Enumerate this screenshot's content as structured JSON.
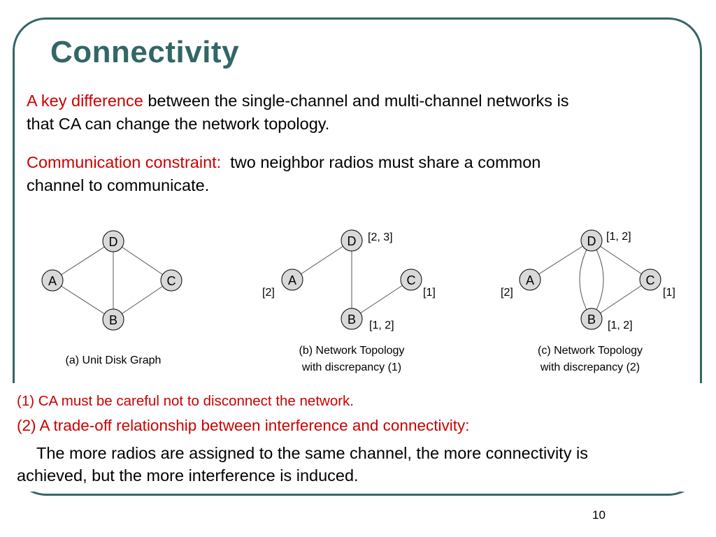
{
  "title": "Connectivity",
  "para1": {
    "highlight": "A key difference",
    "rest_line1": " between the single-channel and multi-channel networks is",
    "line2": "that CA can change the network topology."
  },
  "para2": {
    "highlight": "Communication constraint:",
    "rest_line1": "  two neighbor radios must share a common",
    "line2": "channel to communicate."
  },
  "figures": {
    "a": {
      "caption": "(a) Unit Disk Graph",
      "nodes": {
        "D": "D",
        "A": "A",
        "C": "C",
        "B": "B"
      }
    },
    "b": {
      "caption_line1": "(b) Network Topology",
      "caption_line2": "with discrepancy (1)",
      "nodes": {
        "D": "D",
        "A": "A",
        "C": "C",
        "B": "B"
      },
      "channels": {
        "D": "[2, 3]",
        "A": "[2]",
        "C": "[1]",
        "B": "[1, 2]"
      }
    },
    "c": {
      "caption_line1": "(c) Network Topology",
      "caption_line2": "with discrepancy (2)",
      "nodes": {
        "D": "D",
        "A": "A",
        "C": "C",
        "B": "B"
      },
      "channels": {
        "D": "[1, 2]",
        "A": "[2]",
        "C": "[1]",
        "B": "[1, 2]"
      }
    }
  },
  "bottom": {
    "line1": "(1) CA must be careful not to disconnect the network.",
    "line2": "(2) A trade-off relationship between interference and connectivity:",
    "line3a": "The more radios are assigned to the same channel, the more connectivity is",
    "line3b": "achieved,  but the more interference is induced."
  },
  "page_number": "10",
  "colors": {
    "title": "#336666",
    "highlight": "#cc0000",
    "node_fill": "#d9d9d9"
  }
}
